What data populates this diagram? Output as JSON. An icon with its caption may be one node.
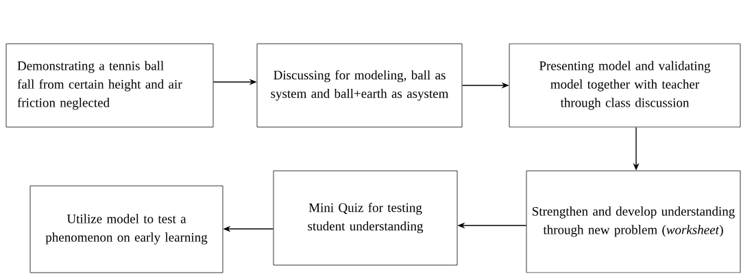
{
  "diagram": {
    "nodes": [
      {
        "text": [
          "Demonstrating a tennis ball fall from certain height and air friction neglected"
        ]
      },
      {
        "text": [
          "Discussing for modeling, ball as system and ball+earth as  asystem"
        ]
      },
      {
        "text": [
          "Presenting model and validating model together with teacher through class discussion"
        ]
      },
      {
        "text": [
          "Strengthen and develop understanding through new problem (*worksheet*)"
        ]
      },
      {
        "text": [
          "Mini Quiz for testing student understanding"
        ]
      },
      {
        "text": [
          "Utilize model to test a phenomenon on early learning"
        ]
      }
    ],
    "edges": [
      {
        "from": 0,
        "to": 1,
        "arrow": "to"
      },
      {
        "from": 1,
        "to": 2,
        "arrow": "to"
      },
      {
        "from": 2,
        "to": 3,
        "arrow": "to"
      },
      {
        "from": 3,
        "to": 4,
        "arrow": "to"
      },
      {
        "from": 4,
        "to": 5,
        "arrow": "to"
      }
    ]
  }
}
